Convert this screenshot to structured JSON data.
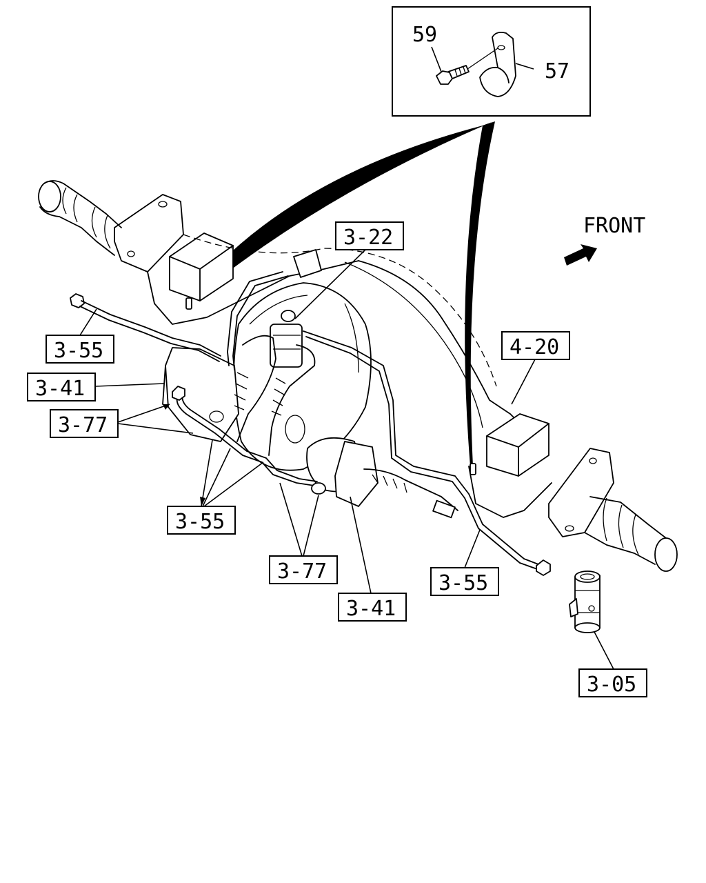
{
  "direction_label": "FRONT",
  "inset": {
    "labels": [
      {
        "id": "bolt",
        "text": "59"
      },
      {
        "id": "clip",
        "text": "57"
      }
    ]
  },
  "callouts": [
    {
      "id": "breather-valve",
      "text": "3-22"
    },
    {
      "id": "brake-pipe-left-end",
      "text": "3-55"
    },
    {
      "id": "brake-chamber-left",
      "text": "3-41"
    },
    {
      "id": "brake-hose-left",
      "text": "3-77"
    },
    {
      "id": "brake-pipes-center",
      "text": "3-55"
    },
    {
      "id": "brake-hose-lower",
      "text": "3-77"
    },
    {
      "id": "brake-chamber-right",
      "text": "3-41"
    },
    {
      "id": "brake-pipe-right-end",
      "text": "3-55"
    },
    {
      "id": "rear-axle-housing",
      "text": "4-20"
    },
    {
      "id": "wheel-cylinder",
      "text": "3-05"
    }
  ]
}
